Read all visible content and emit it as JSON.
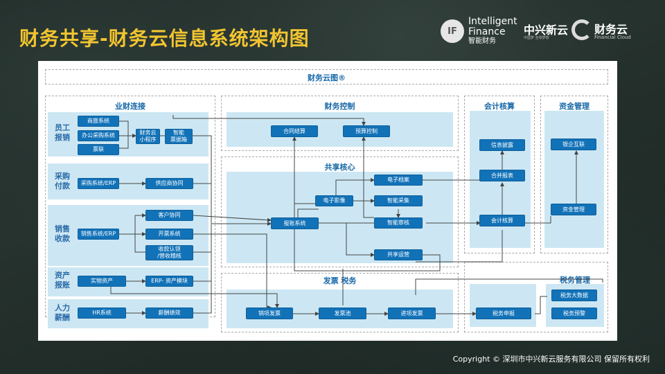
{
  "title": "财务共享-财务云信息系统架构图",
  "logos": {
    "if_badge": "IF",
    "if_line1": "Intelligent",
    "if_line2": "Finance",
    "if_line3": "智能财务",
    "zx_name": "中兴新云",
    "zx_slogan": "中国梦 全球梦想",
    "cw_name": "财务云",
    "cw_sub": "Financial Cloud"
  },
  "diagram": {
    "top_title": "财务云图®",
    "sections": {
      "yecai": "业财连接",
      "caiwu_control": "财务控制",
      "shared_core": "共享核心",
      "tax_invoice": "发票 税务",
      "accounting": "会计核算",
      "funds": "资金管理",
      "tax_mgmt": "税务管理"
    },
    "rows": {
      "staff": "员工\n报销",
      "purchase": "采购\n付款",
      "sales": "销售\n收款",
      "assets": "资产\n报账",
      "hr": "人力\n薪酬"
    },
    "boxes": {
      "travel": "商旅系统",
      "office": "办公采购系统",
      "ticket": "票联",
      "miniapp": "财务云\n小程序",
      "smartbill": "智能\n票据箱",
      "procurement_erp": "采购系统/ERP",
      "supplier": "供应商协同",
      "sales_erp": "销售系统/ERP",
      "customer": "客户协同",
      "invoicing": "开票系统",
      "receipt": "收款认领\n/营收稽核",
      "physical_asset": "实物资产",
      "erp_asset": "ERP- 资产模块",
      "hr_system": "HR系统",
      "payroll": "薪酬绩效",
      "contract": "合同结算",
      "budget": "预算控制",
      "e_archive": "电子档案",
      "e_image": "电子影像",
      "smart_collect": "智能采集",
      "reimburse": "报账系统",
      "smart_audit": "智能审核",
      "shared_ops": "共享运营",
      "sales_invoice": "销项发票",
      "invoice_pool": "发票池",
      "input_invoice": "进项发票",
      "info_disclosure": "信息披露",
      "consolidated": "合并报表",
      "acct_core": "会计核算",
      "bank_link": "银企互联",
      "fund_mgmt": "资金管理",
      "tax_bigdata": "税务大数据",
      "tax_alert": "税务预警",
      "tax_declare": "税务申报"
    }
  },
  "copyright": "Copyright © 深圳市中兴新云服务有限公司 保留所有权利",
  "colors": {
    "title": "#f2c530",
    "box": "#1272b8",
    "fill": "#cce7f3",
    "section_text": "#1768a8"
  }
}
